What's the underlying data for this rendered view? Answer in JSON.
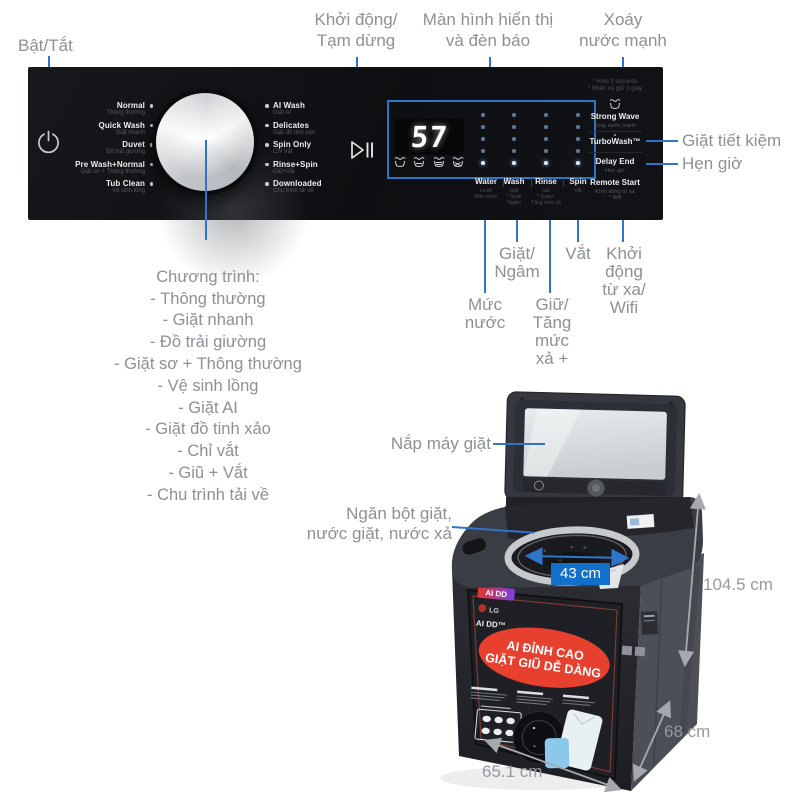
{
  "colors": {
    "accent": "#2e74c9",
    "label_gray": "#8d9095",
    "dim_gray": "#97999e",
    "badge_blue": "#1270cb",
    "sticker_red": "#e8402f"
  },
  "callouts": {
    "power": "Bật/Tắt",
    "start_pause": "Khởi động/\nTạm dừng",
    "display": "Màn hình hiển thị\nvà đèn báo",
    "strong_wave_top": "Xoáy\nnước mạnh",
    "eco_wash": "Giặt tiết kiệm",
    "timer": "Hẹn giờ",
    "wash_soak": "Giặt/\nNgâm",
    "spin": "Vắt",
    "remote": "Khởi\nđộng\ntừ xa/\nWifi",
    "water_level": "Mức\nnước",
    "rinse_hold": "Giữ/\nTăng\nmức\nxả +",
    "lid": "Nắp máy giặt",
    "drawer": "Ngăn bột giặt,\nnước giặt, nước xả"
  },
  "program_list": {
    "title": "Chương trình:",
    "items": [
      "- Thông thường",
      "- Giặt nhanh",
      "- Đồ trải giường",
      "- Giặt sơ + Thông thường",
      "- Vệ sinh lồng",
      "- Giặt AI",
      "- Giặt đồ tinh xảo",
      "- Chỉ vắt",
      "- Giũ + Vắt",
      "- Chu trình tải về"
    ]
  },
  "panel": {
    "programs_left": [
      {
        "en": "Normal",
        "vi": "Thông thường"
      },
      {
        "en": "Quick Wash",
        "vi": "Giặt nhanh"
      },
      {
        "en": "Duvet",
        "vi": "Đồ trải giường"
      },
      {
        "en": "Pre Wash+Normal",
        "vi": "Giặt sơ + Thông thường"
      },
      {
        "en": "Tub Clean",
        "vi": "Vệ sinh lồng"
      }
    ],
    "programs_right": [
      {
        "en": "AI Wash",
        "vi": "Giặt AI"
      },
      {
        "en": "Delicates",
        "vi": "Giặt đồ tinh xảo"
      },
      {
        "en": "Spin Only",
        "vi": "Chỉ Vắt"
      },
      {
        "en": "Rinse+Spin",
        "vi": "Giũ+Vắt"
      },
      {
        "en": "Downloaded",
        "vi": "Chu trình tải về"
      }
    ],
    "display_value": "57",
    "hold_note": "* Hold 3 seconds\n* Nhấn và giữ 3 giây",
    "columns": [
      {
        "en": "Water",
        "vi": "Level\nMức nước"
      },
      {
        "en": "Wash",
        "vi": "Giặt\n* Soak\nNgâm"
      },
      {
        "en": "Rinse",
        "vi": "Giũ\n* Soak+\nTăng mức xả"
      },
      {
        "en": "Spin",
        "vi": "Vắt"
      }
    ],
    "options": [
      {
        "en": "Strong Wave",
        "vi": "Xoáy nước mạnh"
      },
      {
        "en": "TurboWash™",
        "vi": ""
      },
      {
        "en": "Delay End",
        "vi": "Hẹn giờ"
      },
      {
        "en": "Remote Start",
        "vi": "Khởi động từ xa\n* Wifi"
      }
    ]
  },
  "machine": {
    "drum_width": "43 cm",
    "sticker": {
      "badge": "AI DD",
      "brand": "LG",
      "product": "AI DD™",
      "headline1": "AI ĐỈNH CAO",
      "headline2": "GIẶT GIŨ DỄ DÀNG"
    }
  },
  "dimensions": {
    "height": "104.5 cm",
    "depth": "68 cm",
    "width": "65.1 cm"
  }
}
